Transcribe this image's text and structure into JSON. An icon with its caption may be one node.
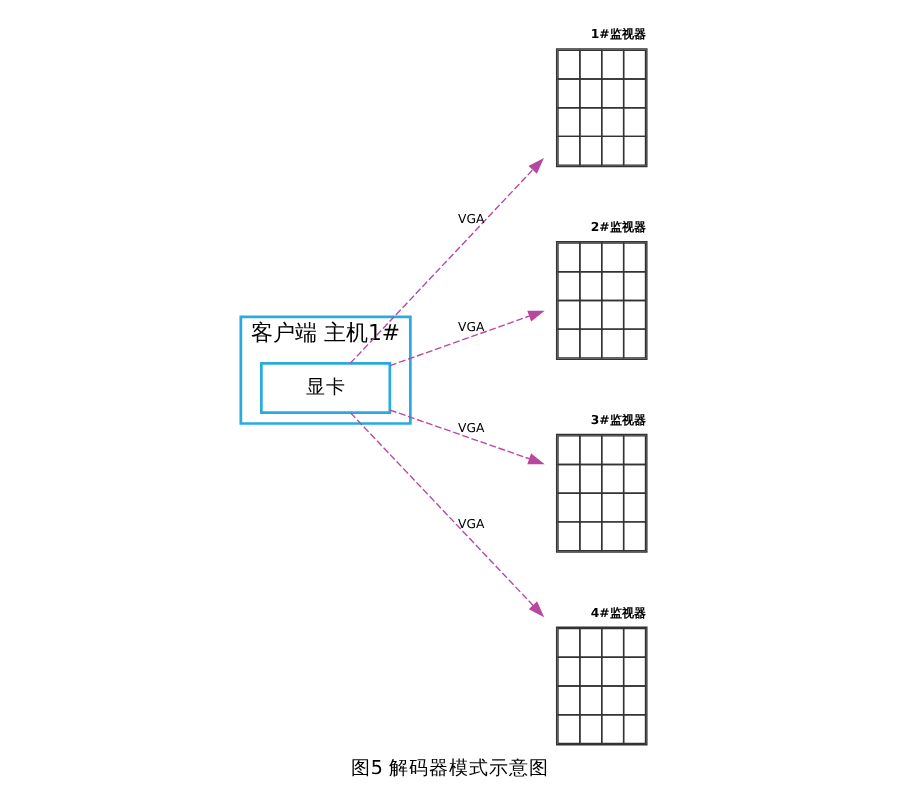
{
  "diagram": {
    "caption": "图5 解码器模式示意图",
    "nodes": [
      {
        "text": [
          "客户端 主机1#"
        ]
      },
      {
        "text": [
          "显卡"
        ],
        "in": 0
      },
      {
        "text": [
          "1#监视器"
        ]
      },
      {
        "text": [
          "2#监视器"
        ]
      },
      {
        "text": [
          "3#监视器"
        ]
      },
      {
        "text": [
          "4#监视器"
        ]
      }
    ],
    "edges": [
      {
        "from": 1,
        "to": 2,
        "arrow": "to",
        "label": "VGA",
        "style": "dashed"
      },
      {
        "from": 1,
        "to": 3,
        "arrow": "to",
        "label": "VGA",
        "style": "dashed"
      },
      {
        "from": 1,
        "to": 4,
        "arrow": "to",
        "label": "VGA",
        "style": "dashed"
      },
      {
        "from": 1,
        "to": 5,
        "arrow": "to",
        "label": "VGA",
        "style": "dashed"
      }
    ]
  }
}
